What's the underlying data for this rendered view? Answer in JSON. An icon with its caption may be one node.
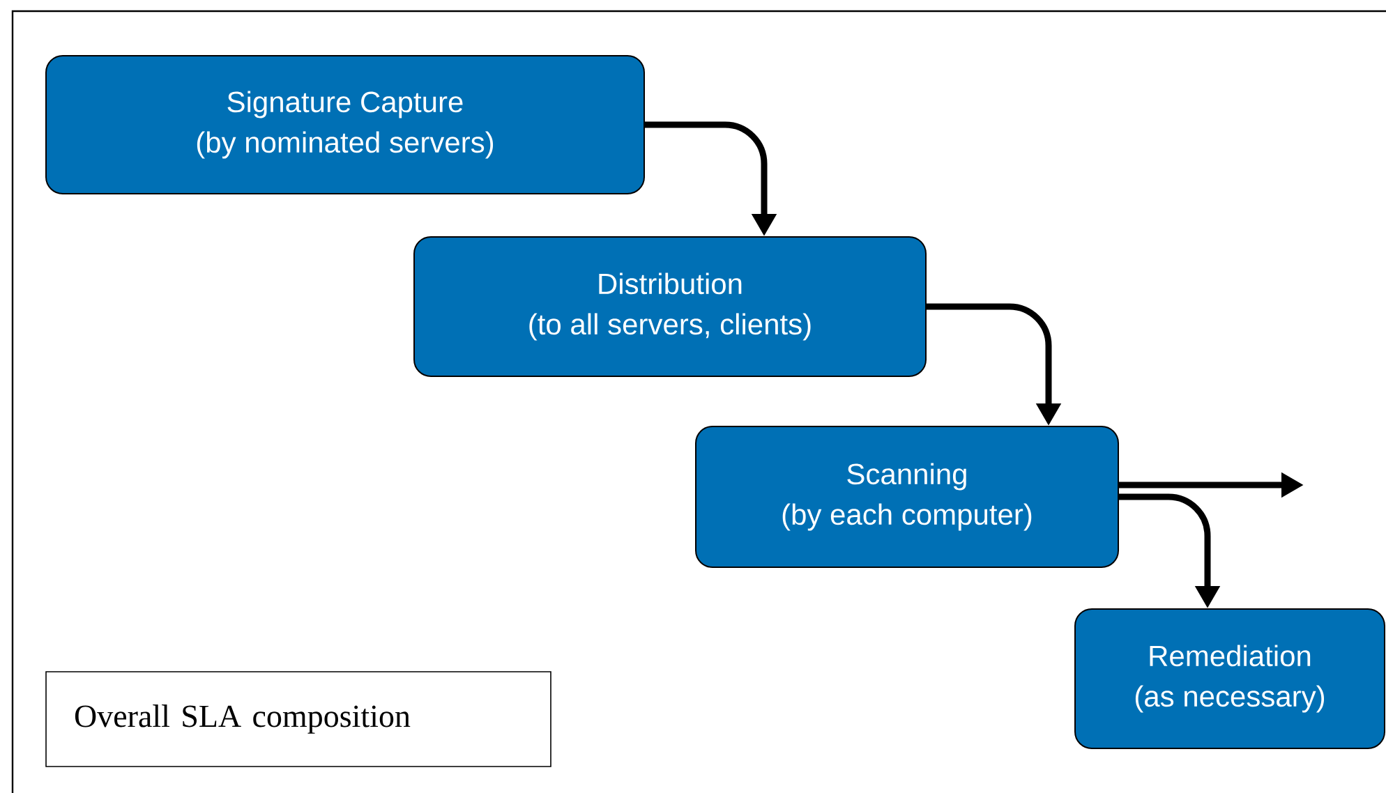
{
  "diagram": {
    "nodes": [
      {
        "text": [
          "Signature Capture",
          "(by nominated servers)"
        ]
      },
      {
        "text": [
          "Distribution",
          "(to all servers,  clients)"
        ]
      },
      {
        "text": [
          "Scanning",
          "(by each computer)"
        ]
      },
      {
        "text": [
          "Remediation",
          "(as necessary)"
        ]
      },
      {
        "text": [
          "Overall SLA composition"
        ]
      }
    ],
    "edges": [
      {
        "from": 0,
        "to": 1,
        "arrow": "to"
      },
      {
        "from": 1,
        "to": 2,
        "arrow": "to"
      },
      {
        "from": 2,
        "to": null,
        "arrow": "to"
      },
      {
        "from": 2,
        "to": 3,
        "arrow": "to"
      }
    ]
  }
}
